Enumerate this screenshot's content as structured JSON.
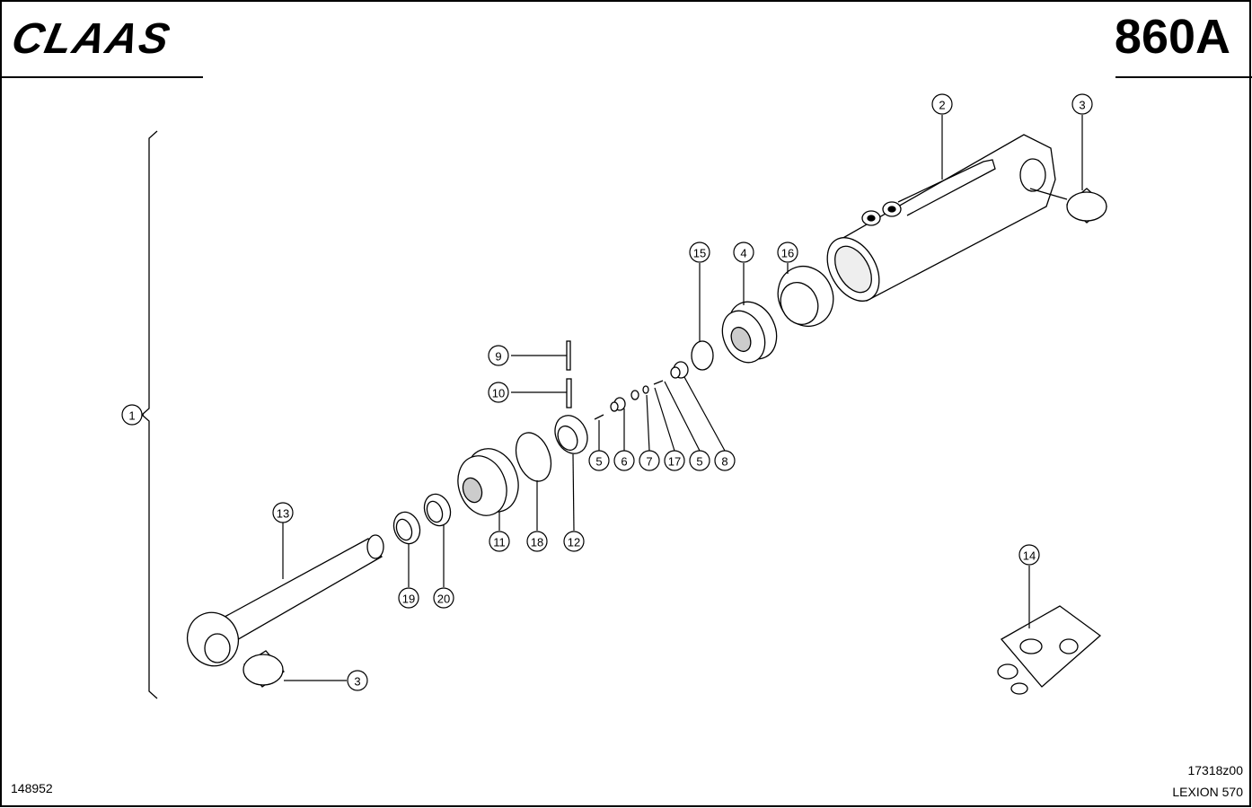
{
  "header": {
    "brand": "CLAAS",
    "page_code": "860A"
  },
  "footer": {
    "figure_number": "148952",
    "drawing_number": "17318z00",
    "model": "LEXION 570"
  },
  "callouts": [
    "1",
    "2",
    "3",
    "3",
    "4",
    "5",
    "5",
    "6",
    "7",
    "8",
    "9",
    "10",
    "11",
    "12",
    "13",
    "14",
    "15",
    "16",
    "17",
    "18",
    "19",
    "20"
  ]
}
